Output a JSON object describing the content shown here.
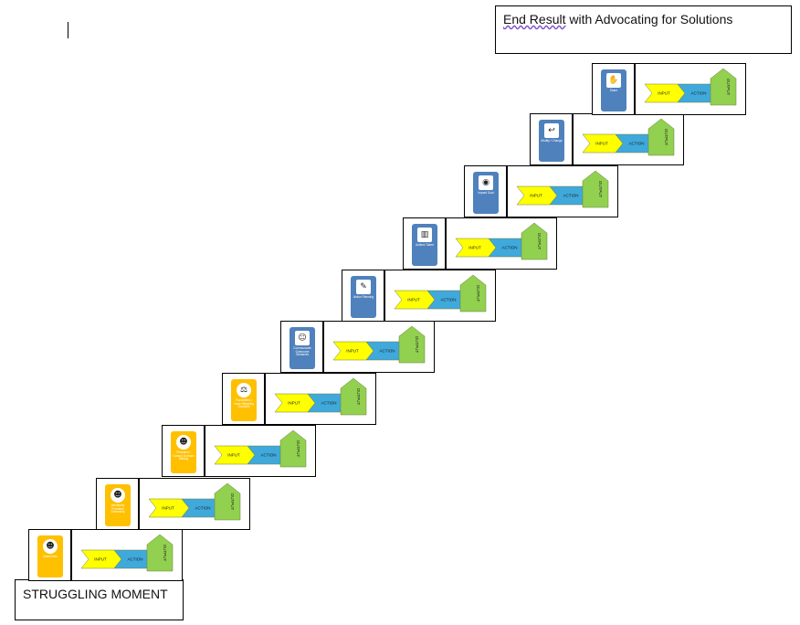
{
  "end_result": {
    "part1": "End Result",
    "part2": " with Advocating for Solutions"
  },
  "start_label": "STRUGGLING MOMENT",
  "flow_labels": {
    "input": "INPUT",
    "action": "ACTION",
    "output": "OUTPUT"
  },
  "colors": {
    "input": "#ffff00",
    "action": "#3fa9dc",
    "output": "#92d050",
    "card_yellow": "#ffc000",
    "card_blue": "#4f81bd"
  },
  "steps": [
    {
      "card_color": "yellow",
      "icon": "person-icon",
      "glyph": "☻",
      "label": "Awareness"
    },
    {
      "card_color": "yellow",
      "icon": "person-icon",
      "glyph": "☻",
      "label": "Identifying Problems Ownership"
    },
    {
      "card_color": "yellow",
      "icon": "person-icon",
      "glyph": "☻",
      "label": "Research / Consult Decision Making"
    },
    {
      "card_color": "yellow",
      "icon": "scale-icon",
      "glyph": "⚖",
      "label": "Possibilities / Voice Weighing Solutions"
    },
    {
      "card_color": "blue",
      "icon": "people-icon",
      "glyph": "☺",
      "label": "Communicate Overcome Obstacles"
    },
    {
      "card_color": "blue",
      "icon": "clipboard-icon",
      "glyph": "✎",
      "label": "Action Planning"
    },
    {
      "card_color": "blue",
      "icon": "chart-icon",
      "glyph": "▥",
      "label": "Actions Taken"
    },
    {
      "card_color": "blue",
      "icon": "target-icon",
      "glyph": "◉",
      "label": "Impact Goal"
    },
    {
      "card_color": "blue",
      "icon": "undo-icon",
      "glyph": "↩",
      "label": "Modify / Change"
    },
    {
      "card_color": "blue",
      "icon": "share-icon",
      "glyph": "✋",
      "label": "Share"
    }
  ]
}
